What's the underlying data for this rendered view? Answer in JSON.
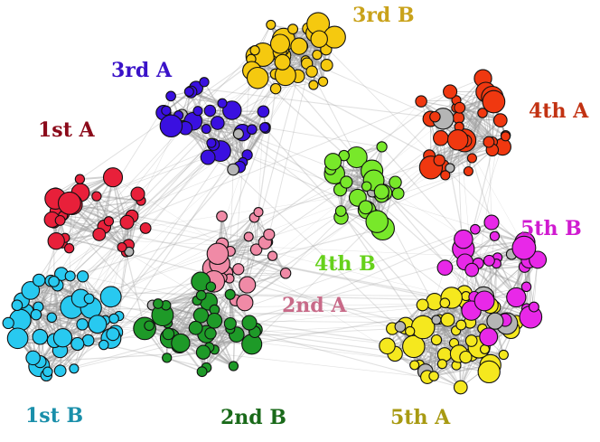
{
  "diagram": {
    "groups": [
      {
        "id": "1st-a",
        "label": "1st A",
        "color": "#e8203a",
        "node_count": 30
      },
      {
        "id": "1st-b",
        "label": "1st B",
        "color": "#28c9f0",
        "node_count": 45
      },
      {
        "id": "2nd-a",
        "label": "2nd A",
        "color": "#f08aa6",
        "node_count": 24
      },
      {
        "id": "2nd-b",
        "label": "2nd B",
        "color": "#1e9a28",
        "node_count": 40
      },
      {
        "id": "3rd-a",
        "label": "3rd A",
        "color": "#3a10e0",
        "node_count": 34
      },
      {
        "id": "3rd-b",
        "label": "3rd B",
        "color": "#f5c90f",
        "node_count": 36
      },
      {
        "id": "4th-a",
        "label": "4th A",
        "color": "#f03810",
        "node_count": 35
      },
      {
        "id": "4th-b",
        "label": "4th B",
        "color": "#78e82a",
        "node_count": 28
      },
      {
        "id": "5th-a",
        "label": "5th A",
        "color": "#f5e81e",
        "node_count": 50
      },
      {
        "id": "5th-b",
        "label": "5th B",
        "color": "#e828e8",
        "node_count": 30
      }
    ],
    "label_colors": {
      "1st-a": "#8b0a1a",
      "1st-b": "#1a8faa",
      "2nd-a": "#c86a88",
      "2nd-b": "#1a6a1a",
      "3rd-a": "#3a12c8",
      "3rd-b": "#c9a21a",
      "4th-a": "#c23212",
      "4th-b": "#66d11a",
      "5th-a": "#a89a12",
      "5th-b": "#d01ad0"
    },
    "unassigned_color": "#b5b5b5",
    "edge_color": "#9a9a9a"
  }
}
